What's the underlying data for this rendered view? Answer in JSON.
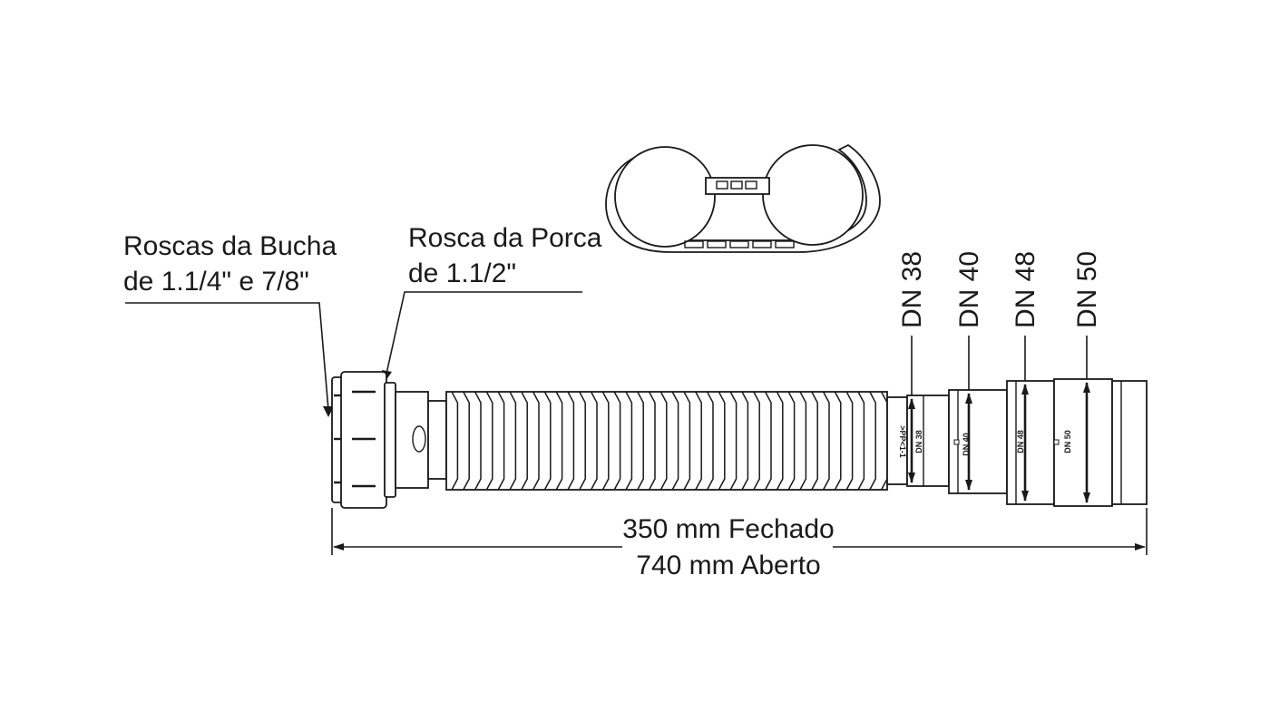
{
  "labels": {
    "bucha_line1": "Roscas da Bucha",
    "bucha_line2": "de 1.1/4\" e 7/8\"",
    "porca_line1": "Rosca da Porca",
    "porca_line2": "de 1.1/2\""
  },
  "dimension": {
    "closed": "350 mm Fechado",
    "open": "740 mm Aberto"
  },
  "diameters": [
    "DN 38",
    "DN 40",
    "DN 48",
    "DN 50"
  ],
  "body_marks": {
    "code": ">PP<1-1",
    "dn38": "DN 38",
    "dn40": "DN 40",
    "dn48": "DN 48",
    "dn50": "DN 50"
  },
  "colors": {
    "ink": "#1a1a1a",
    "background": "#ffffff"
  }
}
